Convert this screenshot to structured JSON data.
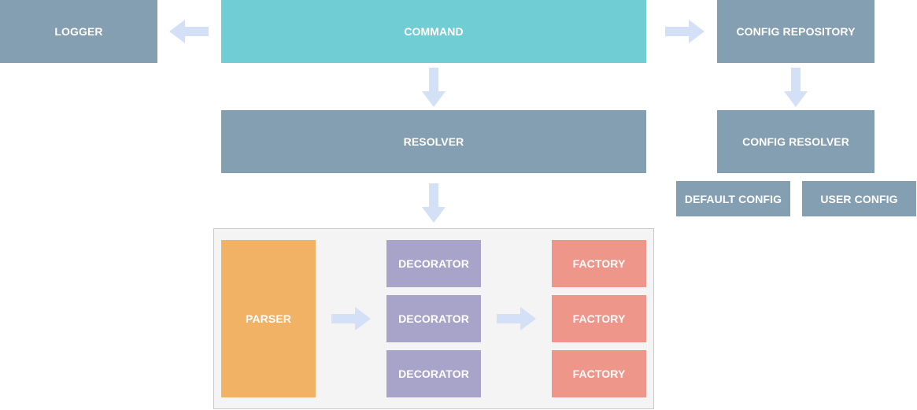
{
  "colors": {
    "primary_box": "#70cdd4",
    "secondary_box": "#839fb1",
    "parser_box": "#f2b266",
    "decorator_box": "#a8a4c9",
    "factory_box": "#ef968a",
    "arrow": "#d3e0f5",
    "container_bg": "#f4f4f4",
    "container_border": "#c9c9c9"
  },
  "nodes": {
    "logger": "LOGGER",
    "command": "COMMAND",
    "config_repository": "CONFIG REPOSITORY",
    "resolver": "RESOLVER",
    "config_resolver": "CONFIG RESOLVER",
    "default_config": "DEFAULT CONFIG",
    "user_config": "USER CONFIG",
    "parser": "PARSER",
    "decorators": [
      "DECORATOR",
      "DECORATOR",
      "DECORATOR"
    ],
    "factories": [
      "FACTORY",
      "FACTORY",
      "FACTORY"
    ]
  },
  "arrows": [
    {
      "from": "command",
      "to": "logger",
      "direction": "left"
    },
    {
      "from": "command",
      "to": "config_repository",
      "direction": "right"
    },
    {
      "from": "command",
      "to": "resolver",
      "direction": "down"
    },
    {
      "from": "config_repository",
      "to": "config_resolver",
      "direction": "down"
    },
    {
      "from": "resolver",
      "to": "processing_group",
      "direction": "down"
    },
    {
      "from": "parser",
      "to": "decorators",
      "direction": "right"
    },
    {
      "from": "decorators",
      "to": "factories",
      "direction": "right"
    }
  ]
}
